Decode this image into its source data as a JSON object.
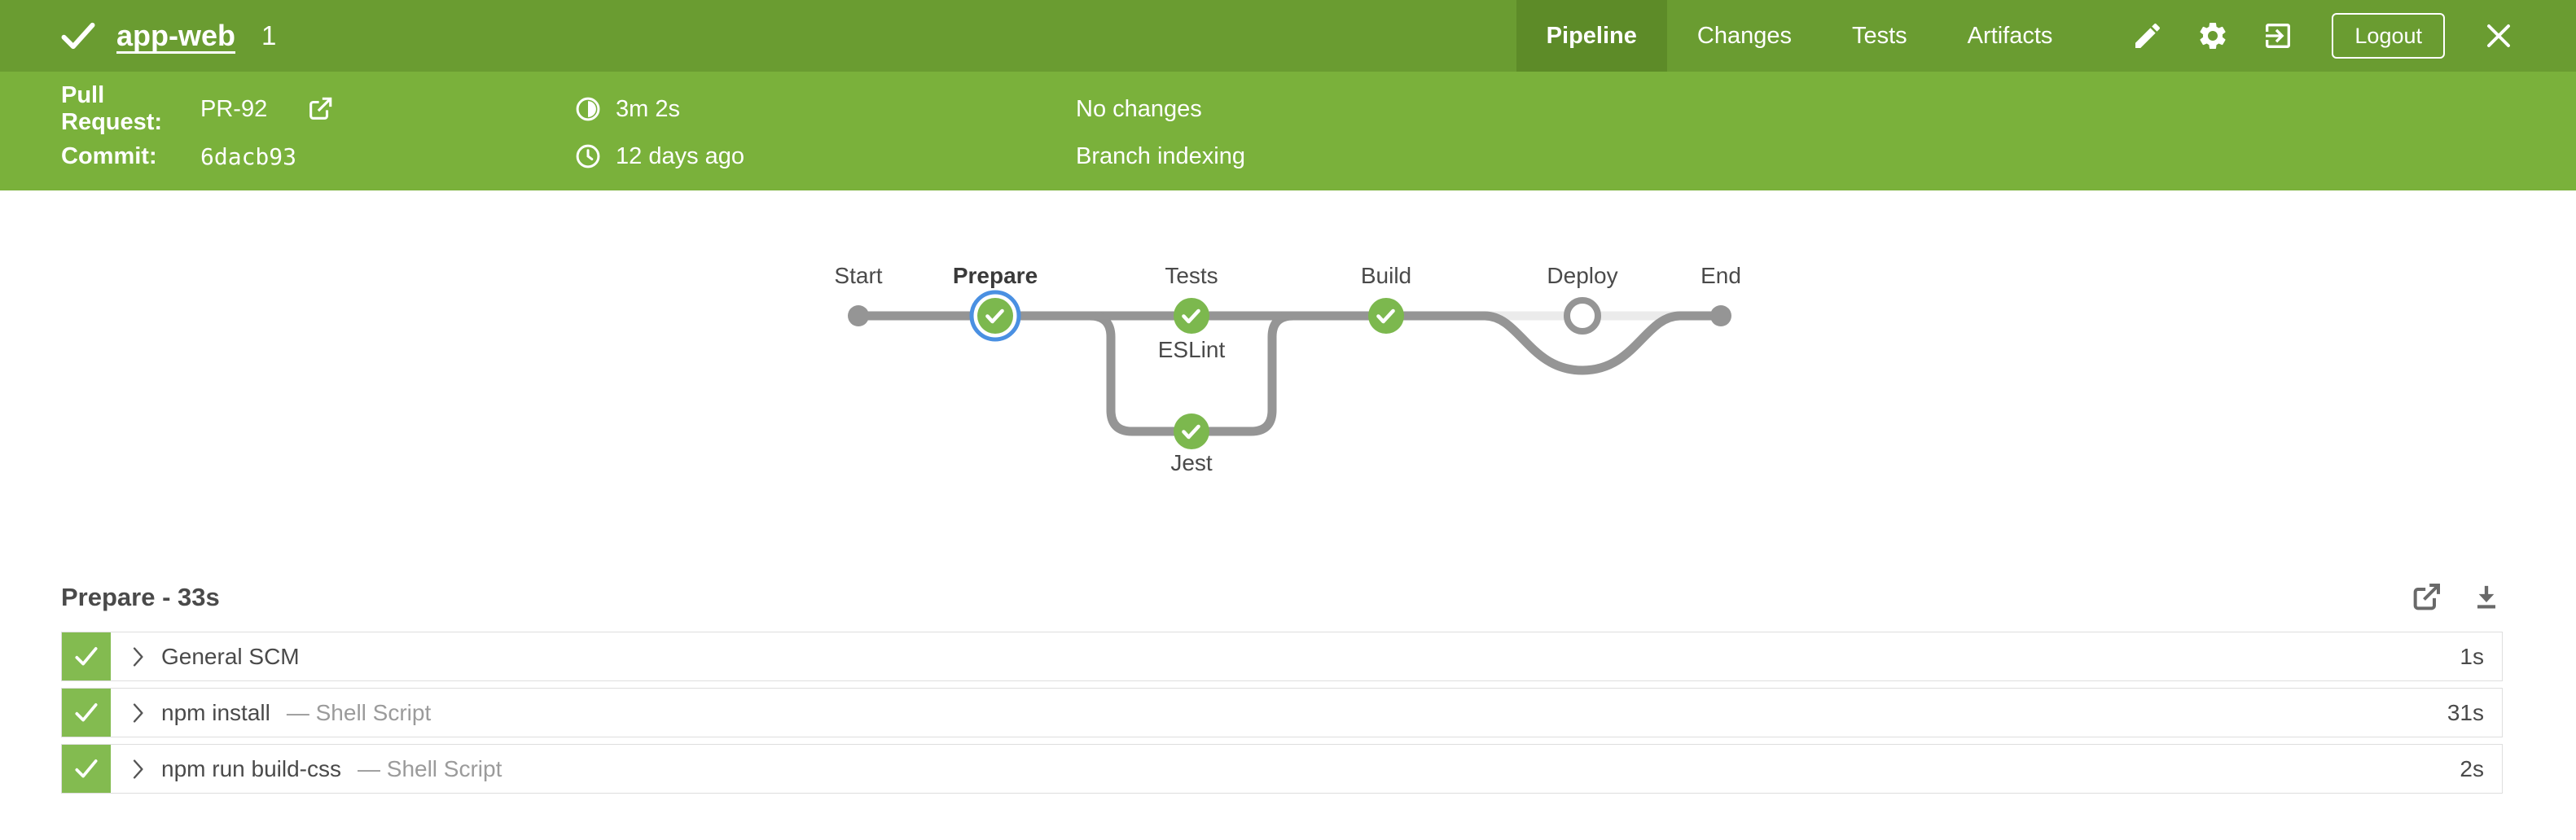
{
  "header": {
    "title": "app-web",
    "build_number": "1",
    "tabs": [
      {
        "label": "Pipeline",
        "active": true
      },
      {
        "label": "Changes",
        "active": false
      },
      {
        "label": "Tests",
        "active": false
      },
      {
        "label": "Artifacts",
        "active": false
      }
    ],
    "logout_label": "Logout"
  },
  "run_info": {
    "pull_request_label": "Pull Request:",
    "pull_request_value": "PR-92",
    "commit_label": "Commit:",
    "commit_value": "6dacb93",
    "duration": "3m 2s",
    "completed": "12 days ago",
    "changes": "No changes",
    "cause": "Branch indexing"
  },
  "pipeline": {
    "node_labels": [
      "Start",
      "Prepare",
      "Tests",
      "Build",
      "Deploy",
      "End"
    ],
    "branch_labels": [
      "ESLint",
      "Jest"
    ],
    "selected_stage": "Prepare",
    "statuses": {
      "Prepare": "success",
      "ESLint": "success",
      "Jest": "success",
      "Build": "success",
      "Deploy": "not_built"
    }
  },
  "stage_detail": {
    "title": "Prepare - 33s",
    "steps": [
      {
        "name": "General SCM",
        "type": "",
        "duration": "1s",
        "status": "success"
      },
      {
        "name": "npm install",
        "type": "— Shell Script",
        "duration": "31s",
        "status": "success"
      },
      {
        "name": "npm run build-css",
        "type": "— Shell Script",
        "duration": "2s",
        "status": "success"
      }
    ]
  },
  "icons": {
    "run_status": "check",
    "edit": "pencil",
    "settings": "gear",
    "go_to_classic": "exit-to-app",
    "close": "x",
    "pr_link": "external-link",
    "duration": "timer-half-filled",
    "completed": "clock",
    "open_log": "external-link",
    "download_log": "download",
    "step_expand": "chevron-right"
  },
  "colors": {
    "topbar_green": "#6A9C31",
    "active_tab_green": "#5D8B28",
    "subbar_green": "#7AB13B",
    "node_green": "#7CB84E",
    "strip_green": "#83BB50",
    "graph_gray": "#959595",
    "skipped_line": "#EBEBEB",
    "selected_ring_blue": "#4A90E2",
    "text_gray": "#4A4A4A",
    "secondary_gray": "#9B9B9B"
  }
}
